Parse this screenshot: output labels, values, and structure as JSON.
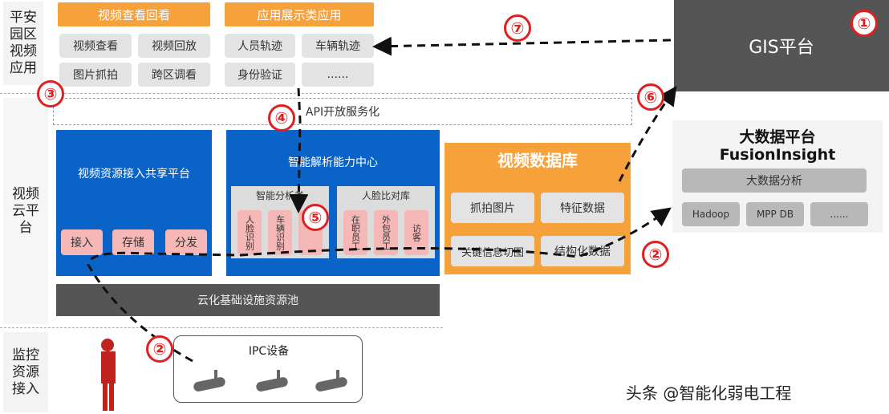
{
  "layers": {
    "app": "平安园区视频应用",
    "cloud": "视频云平台",
    "access": "监控资源接入"
  },
  "app_groups": [
    {
      "title": "视频查看回看",
      "items": [
        "视频查看",
        "视频回放",
        "图片抓拍",
        "跨区调看"
      ]
    },
    {
      "title": "应用展示类应用",
      "items": [
        "人员轨迹",
        "车辆轨迹",
        "身份验证",
        "......"
      ]
    }
  ],
  "api_bar": "API开放服务化",
  "share_platform": {
    "title": "视频资源接入共享平台",
    "items": [
      "接入",
      "存储",
      "分发"
    ]
  },
  "analysis_center": {
    "title": "智能解析能力中心",
    "analysis": {
      "title": "智能分析类",
      "items": [
        "人脸识别",
        "车辆识别",
        ""
      ]
    },
    "face_db": {
      "title": "人脸比对库",
      "items": [
        "在职员工",
        "外包员工",
        "访客"
      ]
    }
  },
  "video_db": {
    "title": "视频数据库",
    "items": [
      "抓拍图片",
      "特征数据",
      "关键信息切图",
      "结构化数据"
    ]
  },
  "infra": "云化基础设施资源池",
  "gis": "GIS平台",
  "bigdata": {
    "title": "大数据平台",
    "subtitle": "FusionInsight",
    "analysis": "大数据分析",
    "items": [
      "Hadoop",
      "MPP DB",
      "......"
    ]
  },
  "ipc": "IPC设备",
  "steps": [
    "①",
    "②",
    "③",
    "④",
    "⑤",
    "⑥",
    "⑦",
    "②"
  ],
  "watermark": "头条 @智能化弱电工程",
  "colors": {
    "orange": "#f7a13a",
    "blue": "#0a64c8",
    "dark": "#555555",
    "red": "#e02020"
  }
}
